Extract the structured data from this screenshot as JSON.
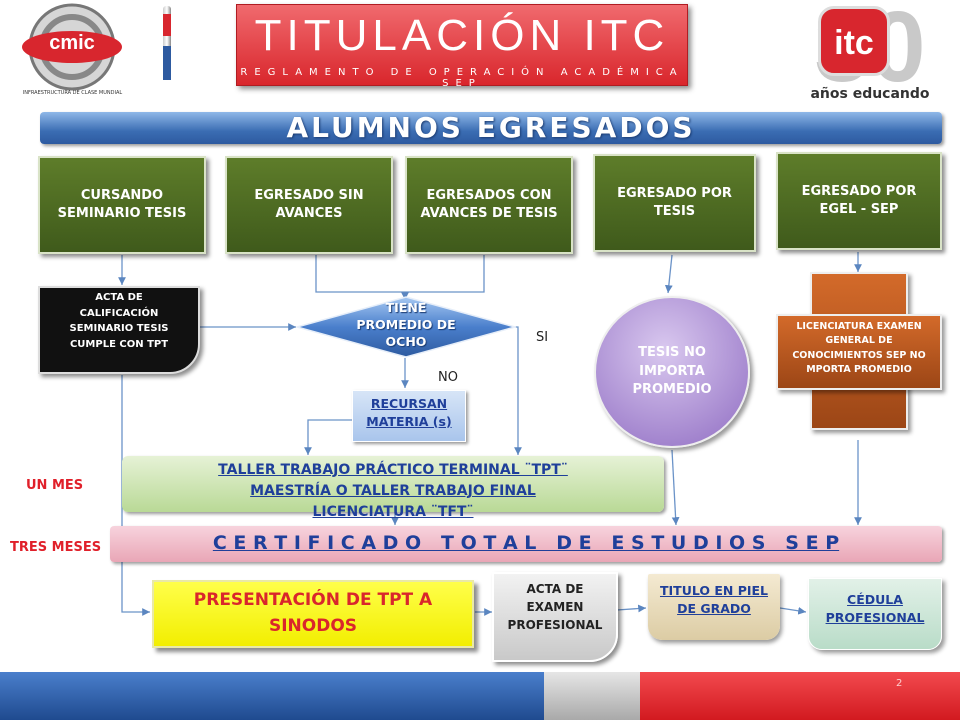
{
  "header": {
    "logo_left_text": "cmic",
    "logo_left_caption": "INFRAESTRUCTURA DE CLASE MUNDIAL",
    "title": "TITULACIÓN ITC",
    "subtitle": "REGLAMENTO DE OPERACIÓN ACADÉMICA SEP",
    "logo_right_text": "itc",
    "logo_right_caption": "años educando",
    "logo_right_number": "30"
  },
  "banner": "ALUMNOS EGRESADOS",
  "categories": [
    "CURSANDO SEMINARIO TESIS",
    "EGRESADO SIN AVANCES",
    "EGRESADOS CON AVANCES DE TESIS",
    "EGRESADO POR TESIS",
    "EGRESADO POR EGEL - SEP"
  ],
  "acta_calificacion": "ACTA DE CALIFICACIÓN SEMINARIO TESIS CUMPLE CON TPT",
  "decision": "TIENE PROMEDIO DE OCHO",
  "label_si": "SI",
  "label_no": "NO",
  "recursan": "RECURSAN MATERIA (s)",
  "tesis_no_importa": "TESIS NO IMPORTA PROMEDIO",
  "licenciatura": "LICENCIATURA EXAMEN GENERAL DE CONOCIMIENTOS SEP NO MPORTA PROMEDIO",
  "taller": "TALLER TRABAJO PRÁCTICO TERMINAL ¨TPT¨ MAESTRÍA O TALLER TRABAJO FINAL LICENCIATURA ¨TFT¨",
  "label_un_mes": "UN MES",
  "label_tres_meses": "TRES MESES",
  "certificado": "C E R T I F I C A D O   T O T A L   D E   E S T U D I O S   S E P",
  "presentacion": "PRESENTACIÓN DE TPT A SINODOS",
  "acta_examen": "ACTA DE EXAMEN PROFESIONAL",
  "titulo": "TITULO EN PIEL DE GRADO",
  "cedula": "CÉDULA PROFESIONAL",
  "page_number": "2",
  "colors": {
    "green": "#4a6a20",
    "blue": "#3b6db3",
    "red_title": "#e3393e",
    "orange": "#b8561c",
    "label_red": "#e0202a"
  }
}
